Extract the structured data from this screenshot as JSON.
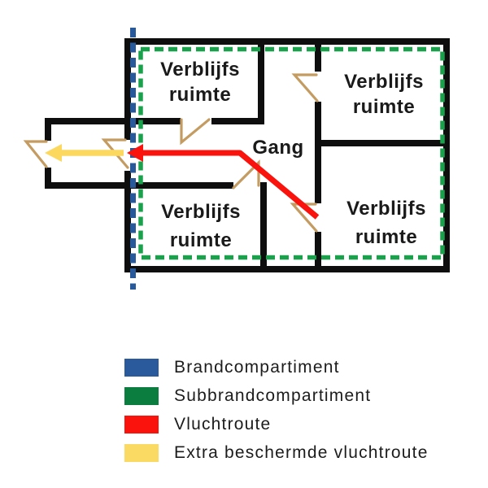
{
  "diagram": {
    "rooms": [
      {
        "id": "top-left",
        "line1": "Verblijfs",
        "line2": "ruimte"
      },
      {
        "id": "top-right",
        "line1": "Verblijfs",
        "line2": "ruimte"
      },
      {
        "id": "bottom-left",
        "line1": "Verblijfs",
        "line2": "ruimte"
      },
      {
        "id": "bottom-right",
        "line1": "Verblijfs",
        "line2": "ruimte"
      }
    ],
    "corridor_label": "Gang",
    "colors": {
      "wall": "#0e0e0e",
      "door": "#c49c62",
      "brandcompartiment_line": "#28599b",
      "subbrandcompartiment_line": "#1aa14c",
      "vluchtroute": "#fa120d",
      "extra_vluchtroute": "#fcd95e"
    }
  },
  "legend": {
    "items": [
      {
        "label": "Brandcompartiment",
        "color": "#2a5a9c"
      },
      {
        "label": "Subbrandcompartiment",
        "color": "#0b7d3f"
      },
      {
        "label": "Vluchtroute",
        "color": "#fa120d"
      },
      {
        "label": "Extra beschermde vluchtroute",
        "color": "#fbda64"
      }
    ]
  }
}
